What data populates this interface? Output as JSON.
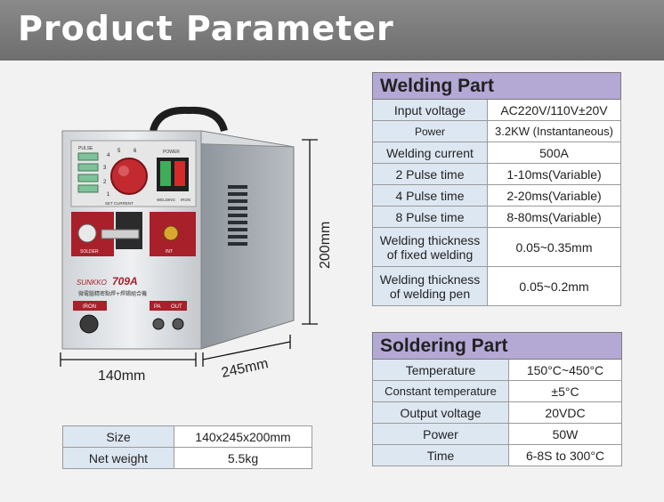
{
  "banner": {
    "title": "Product Parameter"
  },
  "welding": {
    "title": "Welding Part",
    "rows": [
      {
        "label": "Input voltage",
        "value": "AC220V/110V±20V"
      },
      {
        "label": "Power",
        "value": "3.2KW (Instantaneous)"
      },
      {
        "label": "Welding current",
        "value": "500A"
      },
      {
        "label": "2 Pulse time",
        "value": "1-10ms(Variable)"
      },
      {
        "label": "4 Pulse time",
        "value": "2-20ms(Variable)"
      },
      {
        "label": "8 Pulse time",
        "value": "8-80ms(Variable)"
      },
      {
        "label": "Welding thickness of fixed welding",
        "value": "0.05~0.35mm"
      },
      {
        "label": "Welding thickness of welding pen",
        "value": "0.05~0.2mm"
      }
    ]
  },
  "soldering": {
    "title": "Soldering Part",
    "rows": [
      {
        "label": "Temperature",
        "value": "150°C~450°C"
      },
      {
        "label": "Constant temperature",
        "value": "±5°C"
      },
      {
        "label": "Output voltage",
        "value": "20VDC"
      },
      {
        "label": "Power",
        "value": "50W"
      },
      {
        "label": "Time",
        "value": "6-8S to 300°C"
      }
    ]
  },
  "basic": {
    "rows": [
      {
        "label": "Size",
        "value": "140x245x200mm"
      },
      {
        "label": "Net weight",
        "value": "5.5kg"
      }
    ]
  },
  "dimensions": {
    "width": "140mm",
    "depth": "245mm",
    "height": "200mm"
  },
  "device": {
    "brand": "SUNKKO",
    "model": "709A",
    "subtitle": "微電腦精密點焊+焊錫組合機",
    "pulse_label": "PULSE",
    "power_label": "POWER",
    "set_current_label": "SET CURRENT",
    "welding_label": "WELDING",
    "iron_label": "IRON",
    "solder_label": "SOLDER",
    "int_label": "INT",
    "iron_socket_label": "IRON",
    "pa_label": "PA",
    "out_label": "OUT",
    "dial_numbers": [
      "1",
      "2",
      "3",
      "4",
      "5",
      "6"
    ]
  },
  "colors": {
    "banner": "#7a7a7a",
    "table_header": "#b4a8d4",
    "label_cell": "#dde7f2",
    "device_red": "#a8202a"
  }
}
